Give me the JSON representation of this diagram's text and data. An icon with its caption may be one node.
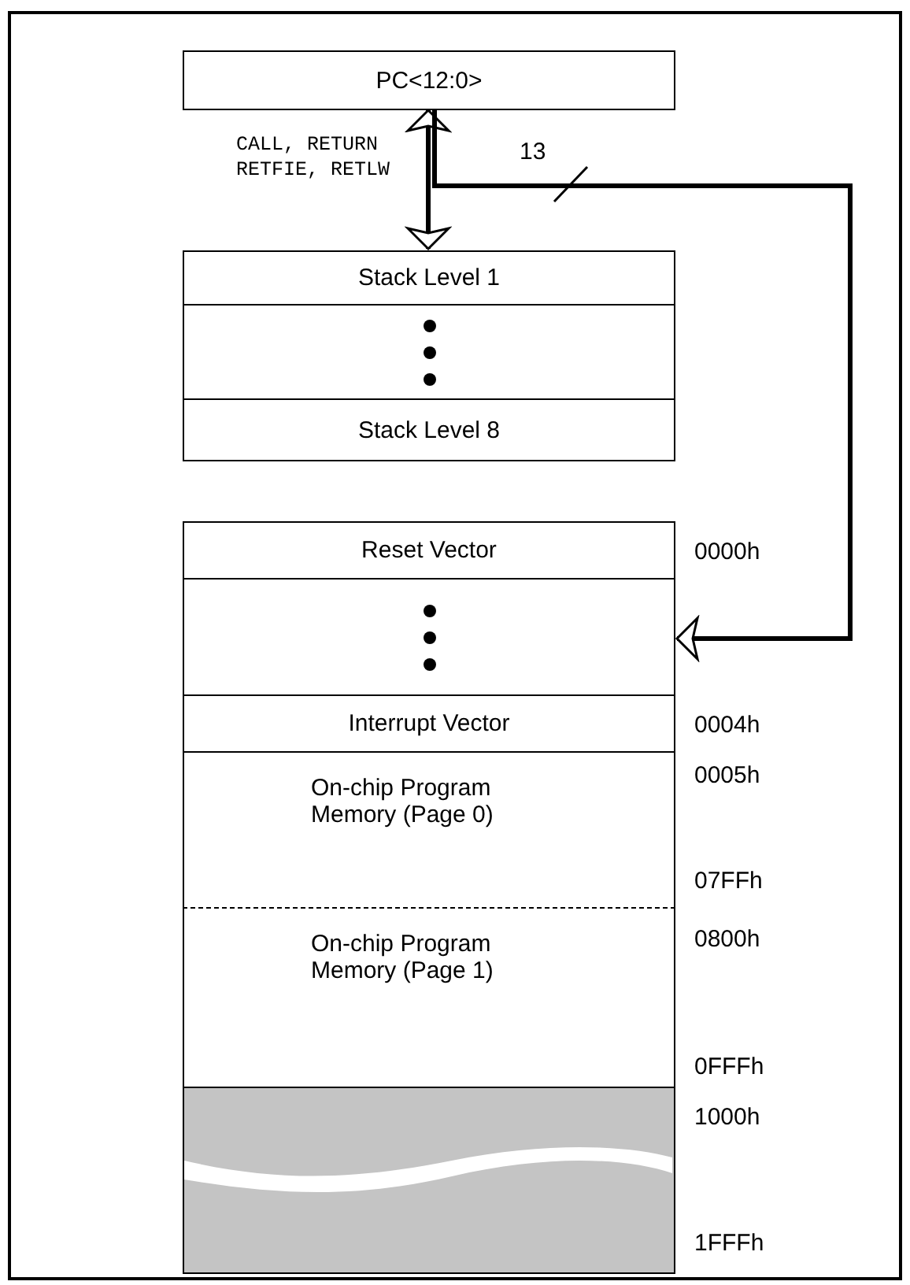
{
  "diagram": {
    "nodes": [
      {
        "text": [
          "PC<12:0>"
        ]
      },
      {
        "text": [
          "Stack Level 1"
        ]
      },
      {
        "text": [],
        "shape": "box"
      },
      {
        "text": [
          "Stack Level 8"
        ]
      },
      {
        "text": [
          "Reset Vector"
        ],
        "beside": [
          "0000h"
        ]
      },
      {
        "text": [],
        "shape": "box"
      },
      {
        "text": [
          "Interrupt Vector"
        ],
        "beside": [
          "0004h"
        ]
      },
      {
        "text": [
          "On-chip Program Memory (Page 0)"
        ],
        "beside": [
          "0005h",
          "07FFh"
        ]
      },
      {
        "text": [
          "On-chip Program Memory (Page 1)"
        ],
        "beside": [
          "0800h",
          "0FFFh"
        ]
      },
      {
        "text": [],
        "shape": "bar",
        "beside": [
          "1000h",
          "1FFFh"
        ]
      }
    ],
    "edges": [
      {
        "from": 0,
        "to": 1,
        "arrow": "both",
        "label": "CALL, RETURN RETFIE, RETLW"
      },
      {
        "from": 0,
        "to": 5,
        "arrow": "to",
        "label": "13"
      }
    ]
  }
}
